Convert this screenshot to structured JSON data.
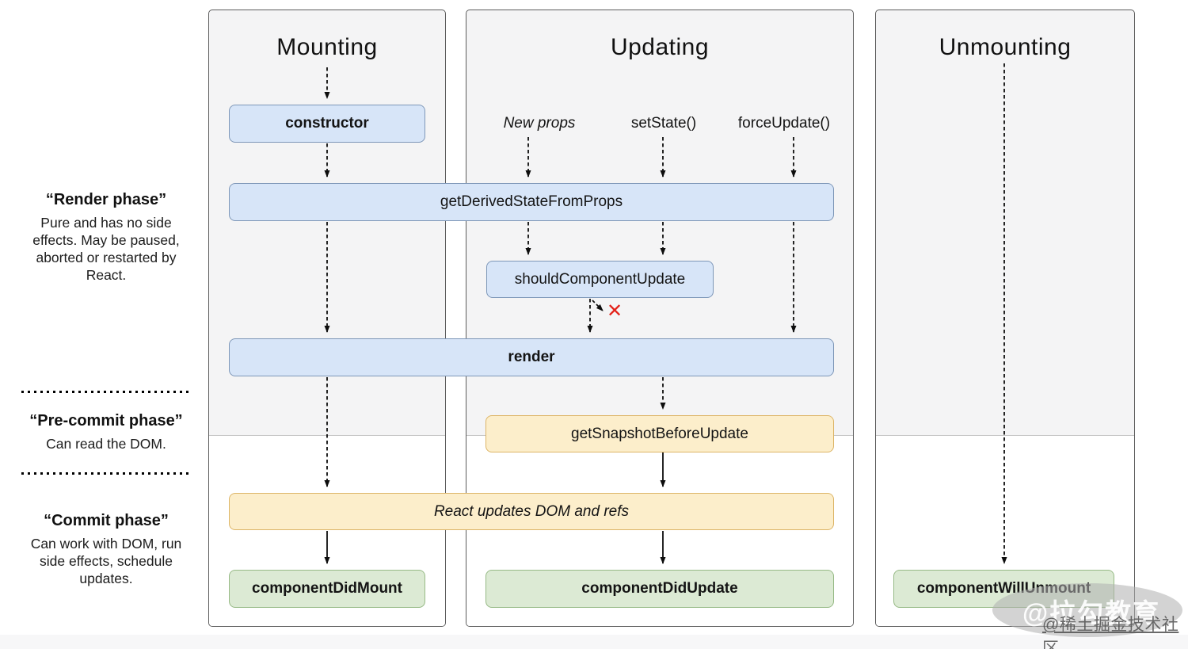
{
  "columns": {
    "mounting": {
      "title": "Mounting"
    },
    "updating": {
      "title": "Updating"
    },
    "unmounting": {
      "title": "Unmounting"
    }
  },
  "phases": {
    "render": {
      "title": "“Render phase”",
      "desc": "Pure and has no side effects. May be paused, aborted or restarted by React."
    },
    "pre_commit": {
      "title": "“Pre-commit phase”",
      "desc": "Can read the DOM."
    },
    "commit": {
      "title": "“Commit phase”",
      "desc": "Can work with DOM, run side effects, schedule updates."
    }
  },
  "triggers": {
    "new_props": "New props",
    "set_state": "setState()",
    "force_update": "forceUpdate()"
  },
  "boxes": {
    "constructor": "constructor",
    "get_derived": "getDerivedStateFromProps",
    "should_update": "shouldComponentUpdate",
    "render": "render",
    "get_snapshot": "getSnapshotBeforeUpdate",
    "react_updates": "React updates DOM and refs",
    "did_mount": "componentDidMount",
    "did_update": "componentDidUpdate",
    "will_unmount": "componentWillUnmount"
  },
  "cancel_mark": "✕",
  "watermark": {
    "line1": "@拉勾教育",
    "line2": "@稀土掘金技术社区"
  },
  "colors": {
    "blue_fill": "#d7e5f8",
    "blue_border": "#7e97b8",
    "yellow_fill": "#fceecb",
    "yellow_border": "#ddb567",
    "green_fill": "#dcead4",
    "green_border": "#97ba86",
    "column_fill": "#f4f4f5",
    "column_border": "#5d5d5d",
    "cancel_red": "#e32119"
  }
}
